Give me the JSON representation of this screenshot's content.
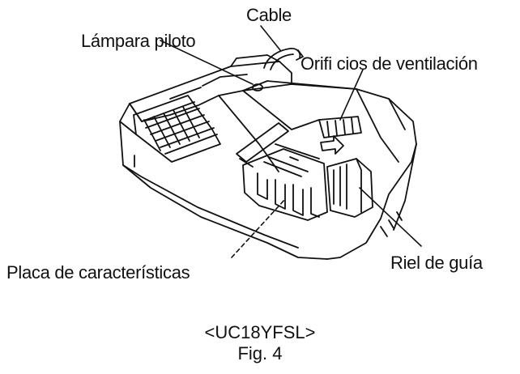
{
  "labels": {
    "cable": "Cable",
    "pilot_lamp": "Lámpara piloto",
    "vents": "Orifi cios de ventilación",
    "nameplate": "Placa de características",
    "guide_rail": "Riel de guía"
  },
  "caption": {
    "model": "<UC18YFSL>",
    "figure": "Fig. 4"
  },
  "colors": {
    "ink": "#111111",
    "background": "#ffffff"
  }
}
